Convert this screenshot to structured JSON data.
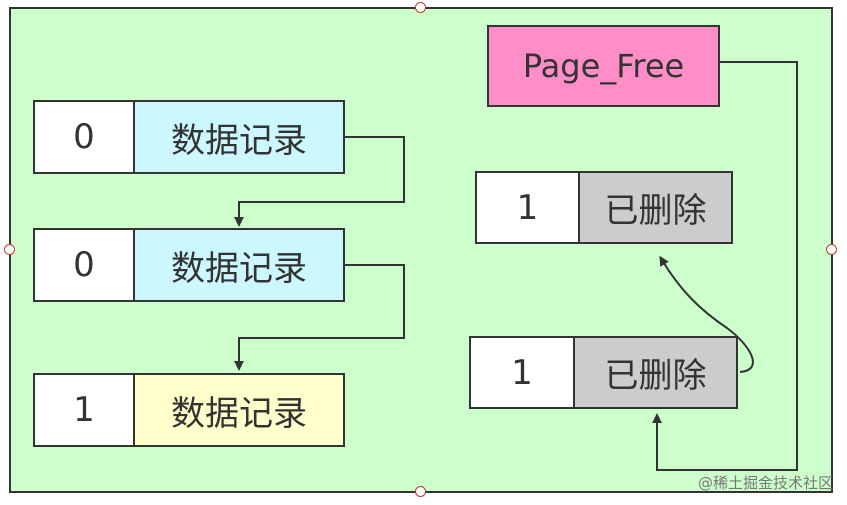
{
  "records": [
    {
      "flag": "0",
      "label": "数据记录"
    },
    {
      "flag": "0",
      "label": "数据记录"
    },
    {
      "flag": "1",
      "label": "数据记录"
    }
  ],
  "deleted": [
    {
      "flag": "1",
      "label": "已删除"
    },
    {
      "flag": "1",
      "label": "已删除"
    }
  ],
  "page_free": "Page_Free",
  "watermark": "@稀土掘金技术社区",
  "colors": {
    "background": "#ccffcc",
    "record_label": "#ccf7ff",
    "record_label_free": "#ffffcc",
    "deleted_label": "#cccccc",
    "page_free": "#ff8ec8"
  }
}
